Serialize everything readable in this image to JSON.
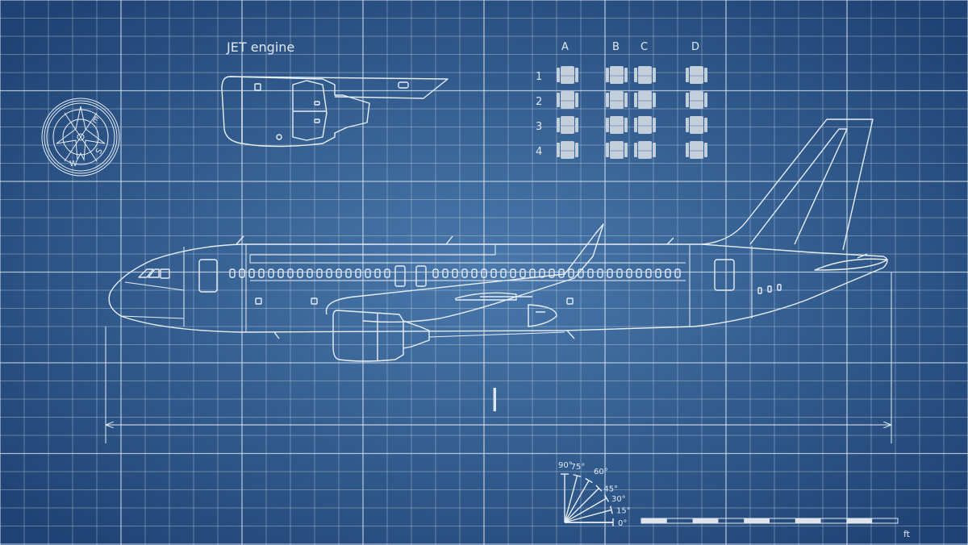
{
  "engine_panel": {
    "title": "JET engine"
  },
  "seat_map": {
    "columns": [
      "A",
      "B",
      "C",
      "D"
    ],
    "rows": [
      "1",
      "2",
      "3",
      "4"
    ]
  },
  "compass": {
    "letters": [
      "E",
      "S",
      "W"
    ]
  },
  "dimension": {
    "label": "l"
  },
  "angle_gauge": {
    "angles": [
      "0°",
      "15°",
      "30°",
      "45°",
      "60°",
      "75°",
      "90°"
    ]
  },
  "scale_bar": {
    "unit": "ft",
    "segments": 10
  },
  "colors": {
    "background": "#244b7c",
    "line": "#e8eef6",
    "seat": "#c4cfdc"
  }
}
